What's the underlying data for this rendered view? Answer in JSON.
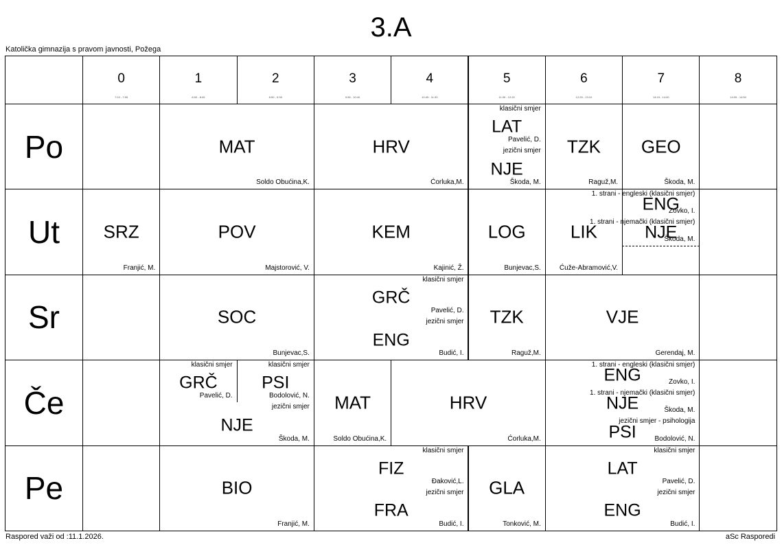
{
  "title": "3.A",
  "school": "Katolička gimnazija s pravom javnosti, Požega",
  "footer_left": "Raspored važi od :11.1.2026.",
  "footer_right": "aSc Rasporedi",
  "periods": [
    {
      "num": "0",
      "time": "7:10 - 7:55"
    },
    {
      "num": "1",
      "time": "8:00 - 8:45"
    },
    {
      "num": "2",
      "time": "8:50 - 9:35"
    },
    {
      "num": "3",
      "time": "9:55 - 10:40"
    },
    {
      "num": "4",
      "time": "10:45 - 11:30"
    },
    {
      "num": "5",
      "time": "11:35 - 12:20"
    },
    {
      "num": "6",
      "time": "12:25 - 13:10"
    },
    {
      "num": "7",
      "time": "13:15 - 14:00"
    },
    {
      "num": "8",
      "time": "14:05 - 14:50"
    }
  ],
  "days": [
    "Po",
    "Ut",
    "Sr",
    "Če",
    "Pe"
  ],
  "lessons": [
    {
      "day": 0,
      "p": 1,
      "span": 2,
      "slot": 0,
      "slots": 1,
      "subject": "MAT",
      "group": "",
      "teacher": "Soldo Obućina,K."
    },
    {
      "day": 0,
      "p": 3,
      "span": 2,
      "slot": 0,
      "slots": 1,
      "subject": "HRV",
      "group": "",
      "teacher": "Ćorluka,M."
    },
    {
      "day": 0,
      "p": 5,
      "span": 1,
      "slot": 0,
      "slots": 2,
      "subject": "LAT",
      "group": "klasični smjer",
      "teacher": "Pavelić, D."
    },
    {
      "day": 0,
      "p": 5,
      "span": 1,
      "slot": 1,
      "slots": 2,
      "subject": "NJE",
      "group": "jezični smjer",
      "teacher": "Škoda, M."
    },
    {
      "day": 0,
      "p": 6,
      "span": 1,
      "slot": 0,
      "slots": 1,
      "subject": "TZK",
      "group": "",
      "teacher": "Raguž,M."
    },
    {
      "day": 0,
      "p": 7,
      "span": 1,
      "slot": 0,
      "slots": 1,
      "subject": "GEO",
      "group": "",
      "teacher": "Škoda, M."
    },
    {
      "day": 1,
      "p": 0,
      "span": 1,
      "slot": 0,
      "slots": 1,
      "subject": "SRZ",
      "group": "",
      "teacher": "Franjić, M."
    },
    {
      "day": 1,
      "p": 1,
      "span": 2,
      "slot": 0,
      "slots": 1,
      "subject": "POV",
      "group": "",
      "teacher": "Majstorović, V."
    },
    {
      "day": 1,
      "p": 3,
      "span": 2,
      "slot": 0,
      "slots": 1,
      "subject": "KEM",
      "group": "",
      "teacher": "Kajinić, Ž."
    },
    {
      "day": 1,
      "p": 5,
      "span": 1,
      "slot": 0,
      "slots": 1,
      "subject": "LOG",
      "group": "",
      "teacher": "Bunjevac,S."
    },
    {
      "day": 1,
      "p": 6,
      "span": 1,
      "slot": 0,
      "slots": 1,
      "subject": "LIK",
      "group": "",
      "teacher": "Ćuže-Abramović,V."
    },
    {
      "day": 1,
      "p": 7,
      "span": 1,
      "slot": 0,
      "slots": 3,
      "subject": "ENG",
      "group": "1. strani - engleski (klasični smjer)",
      "teacher": "Zovko, I."
    },
    {
      "day": 1,
      "p": 7,
      "span": 1,
      "slot": 1,
      "slots": 3,
      "subject": "NJE",
      "group": "1. strani - njemački (klasični smjer)",
      "teacher": "Škoda, M."
    },
    {
      "day": 2,
      "p": 1,
      "span": 2,
      "slot": 0,
      "slots": 1,
      "subject": "SOC",
      "group": "",
      "teacher": "Bunjevac,S."
    },
    {
      "day": 2,
      "p": 3,
      "span": 2,
      "slot": 0,
      "slots": 2,
      "subject": "GRČ",
      "group": "klasični smjer",
      "teacher": "Pavelić, D."
    },
    {
      "day": 2,
      "p": 3,
      "span": 2,
      "slot": 1,
      "slots": 2,
      "subject": "ENG",
      "group": "jezični smjer",
      "teacher": "Budić, I."
    },
    {
      "day": 2,
      "p": 5,
      "span": 1,
      "slot": 0,
      "slots": 1,
      "subject": "TZK",
      "group": "",
      "teacher": "Raguž,M."
    },
    {
      "day": 2,
      "p": 6,
      "span": 2,
      "slot": 0,
      "slots": 1,
      "subject": "VJE",
      "group": "",
      "teacher": "Gerendaj, M."
    },
    {
      "day": 3,
      "p": 1,
      "span": 1,
      "slot": 0,
      "slots": 2,
      "subject": "GRČ",
      "group": "klasični smjer",
      "teacher": "Pavelić, D."
    },
    {
      "day": 3,
      "p": 2,
      "span": 1,
      "slot": 0,
      "slots": 2,
      "subject": "PSI",
      "group": "klasični smjer",
      "teacher": "Bodolović, N."
    },
    {
      "day": 3,
      "p": 1,
      "span": 2,
      "slot": 1,
      "slots": 2,
      "subject": "NJE",
      "group": "jezični smjer",
      "teacher": "Škoda, M."
    },
    {
      "day": 3,
      "p": 3,
      "span": 1,
      "slot": 0,
      "slots": 1,
      "subject": "MAT",
      "group": "",
      "teacher": "Soldo Obućina,K."
    },
    {
      "day": 3,
      "p": 4,
      "span": 2,
      "slot": 0,
      "slots": 1,
      "subject": "HRV",
      "group": "",
      "teacher": "Ćorluka,M."
    },
    {
      "day": 3,
      "p": 6,
      "span": 2,
      "slot": 0,
      "slots": 3,
      "subject": "ENG",
      "group": "1. strani - engleski (klasični smjer)",
      "teacher": "Zovko, I."
    },
    {
      "day": 3,
      "p": 6,
      "span": 2,
      "slot": 1,
      "slots": 3,
      "subject": "NJE",
      "group": "1. strani - njemački (klasični smjer)",
      "teacher": "Škoda, M."
    },
    {
      "day": 3,
      "p": 6,
      "span": 2,
      "slot": 2,
      "slots": 3,
      "subject": "PSI",
      "group": "jezični smjer - psihologija",
      "teacher": "Bodolović, N."
    },
    {
      "day": 4,
      "p": 1,
      "span": 2,
      "slot": 0,
      "slots": 1,
      "subject": "BIO",
      "group": "",
      "teacher": "Franjić, M."
    },
    {
      "day": 4,
      "p": 3,
      "span": 2,
      "slot": 0,
      "slots": 2,
      "subject": "FIZ",
      "group": "klasični smjer",
      "teacher": "Đaković,L."
    },
    {
      "day": 4,
      "p": 3,
      "span": 2,
      "slot": 1,
      "slots": 2,
      "subject": "FRA",
      "group": "jezični smjer",
      "teacher": "Budić, I."
    },
    {
      "day": 4,
      "p": 5,
      "span": 1,
      "slot": 0,
      "slots": 1,
      "subject": "GLA",
      "group": "",
      "teacher": "Tonković, M."
    },
    {
      "day": 4,
      "p": 6,
      "span": 2,
      "slot": 0,
      "slots": 2,
      "subject": "LAT",
      "group": "klasični smjer",
      "teacher": "Pavelić, D."
    },
    {
      "day": 4,
      "p": 6,
      "span": 2,
      "slot": 1,
      "slots": 2,
      "subject": "ENG",
      "group": "jezični smjer",
      "teacher": "Budić, I."
    }
  ]
}
